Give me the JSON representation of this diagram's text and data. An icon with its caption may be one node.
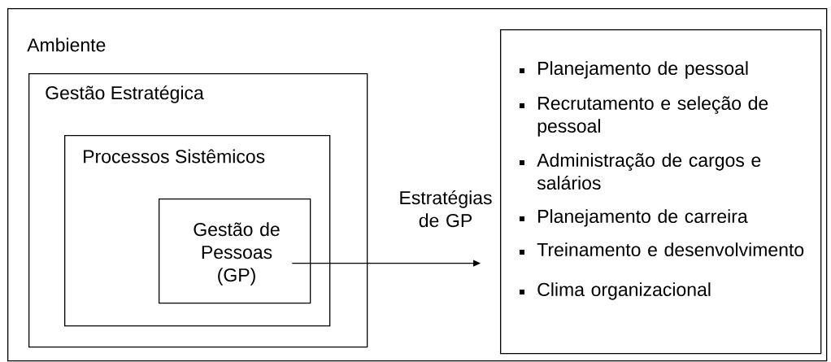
{
  "diagram": {
    "nodes": [
      {
        "text": [
          "Ambiente"
        ]
      },
      {
        "text": [
          "Gestão Estratégica"
        ],
        "in": 0
      },
      {
        "text": [
          "Processos Sistêmicos"
        ],
        "in": 1
      },
      {
        "text": [
          "Gestão de Pessoas (GP)"
        ],
        "in": 2
      },
      {
        "text": [
          "Planejamento de pessoal",
          "Recrutamento e seleção de pessoal",
          "Administração de cargos e salários",
          "Planejamento de carreira",
          "Treinamento e desenvolvimento",
          "Clima organizacional"
        ],
        "in": 0
      }
    ],
    "edges": [
      {
        "from": 3,
        "to": 4,
        "arrow": "to",
        "label": "Estratégias de GP"
      }
    ]
  }
}
